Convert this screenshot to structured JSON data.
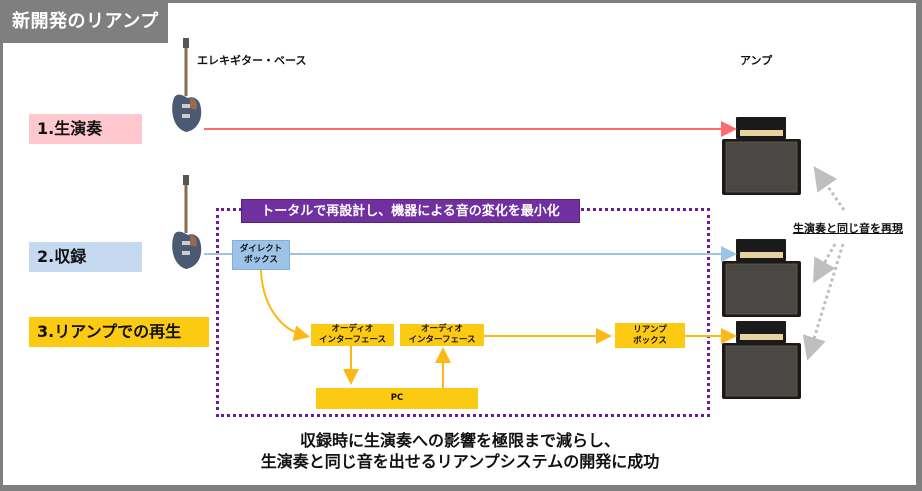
{
  "header": {
    "title": "新開発のリアンプ"
  },
  "labels": {
    "guitar_label": "エレキギター・ベース",
    "amp_label": "アンプ",
    "reproduce_label": "生演奏と同じ音を再現"
  },
  "stages": [
    {
      "label": "1.生演奏",
      "color": "#ffc7ce"
    },
    {
      "label": "2.収録",
      "color": "#c5d9f1"
    },
    {
      "label": "3.リアンプでの再生",
      "color": "#fcca12"
    }
  ],
  "region": {
    "banner": "トータルで再設計し、機器による音の変化を最小化"
  },
  "boxes": {
    "direct_box": "ダイレクト\nボックス",
    "audio_interface_1": "オーディオ\nインターフェース",
    "audio_interface_2": "オーディオ\nインターフェース",
    "pc": "PC",
    "reamp_box": "リアンプ\nボックス"
  },
  "conclusion": "収録時に生演奏への影響を極限まで減らし、\n生演奏と同じ音を出せるリアンプシステムの開発に成功",
  "colors": {
    "live_line": "#ff6b6b",
    "record_line": "#9dc3e6",
    "reamp_line": "#fcb814",
    "region_border": "#6a1b9a",
    "banner": "#7030a0",
    "reproduce_arrows": "#bfbfbf"
  }
}
